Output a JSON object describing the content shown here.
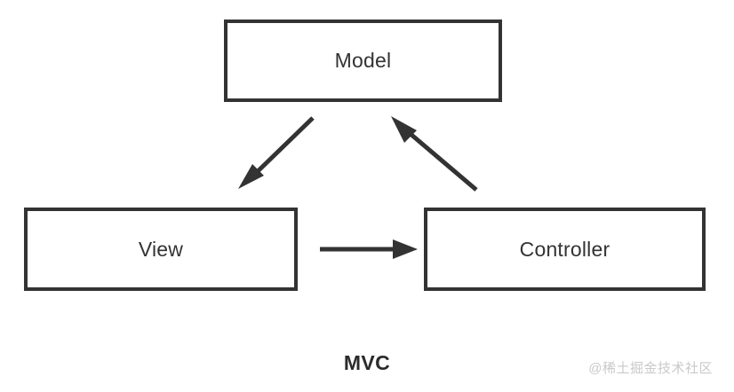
{
  "diagram": {
    "caption": "MVC",
    "watermark": "@稀土掘金技术社区",
    "colors": {
      "stroke": "#333333",
      "background": "#ffffff",
      "text": "#333333",
      "caption": "#2b2b2b",
      "watermark": "#c9c9c9"
    },
    "nodes": [
      {
        "id": "model",
        "label": "Model"
      },
      {
        "id": "view",
        "label": "View"
      },
      {
        "id": "controller",
        "label": "Controller"
      }
    ],
    "edges": [
      {
        "id": "model-to-view",
        "from": "Model",
        "to": "View",
        "label": "",
        "direction": "down-left"
      },
      {
        "id": "view-to-controller",
        "from": "View",
        "to": "Controller",
        "label": "",
        "direction": "right"
      },
      {
        "id": "controller-to-model",
        "from": "Controller",
        "to": "Model",
        "label": "",
        "direction": "up-left"
      }
    ]
  }
}
